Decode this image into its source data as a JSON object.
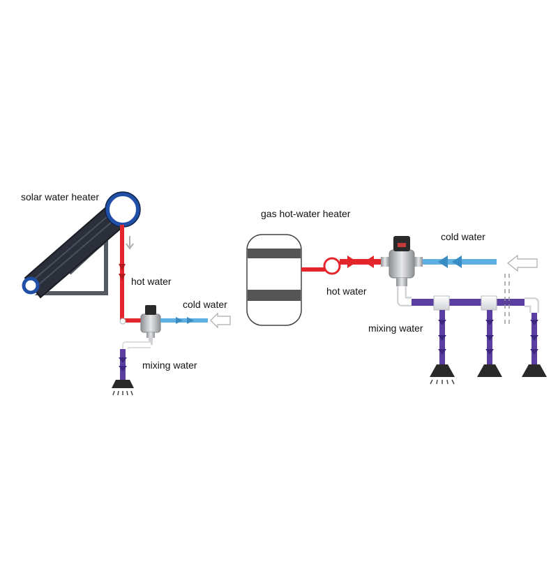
{
  "labels": {
    "solar_water_heater": "solar water heater",
    "hot_water_left": "hot water",
    "cold_water_left": "cold water",
    "mixing_water_left": "mixing water",
    "gas_hot_water_heater": "gas hot-water heater",
    "hot_water_right": "hot water",
    "cold_water_right": "cold water",
    "mixing_water_right": "mixing water"
  },
  "colors": {
    "hot": "#e3262b",
    "cold": "#5fb0e2",
    "mixing": "#5a3fa0",
    "collector": "#2b2f3a",
    "collector_ring": "#1f4fa6",
    "frame": "#555a60",
    "valve": "#b9bcc0",
    "valve_knob": "#2a2a2a",
    "tank_band": "#555555"
  },
  "icons": [
    "solar-collector-icon",
    "thermostatic-valve-icon",
    "shower-head-icon",
    "water-tank-icon",
    "flow-arrow-icon"
  ]
}
